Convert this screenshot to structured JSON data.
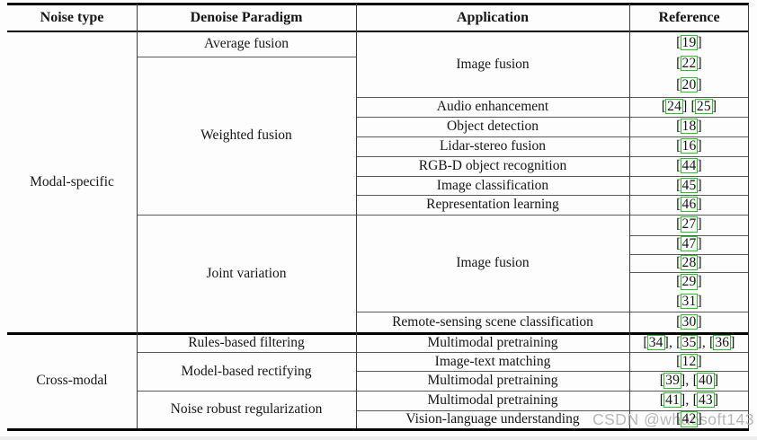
{
  "header": {
    "noise_type": "Noise type",
    "denoise_paradigm": "Denoise Paradigm",
    "application": "Application",
    "reference": "Reference"
  },
  "noise_types": {
    "modal_specific": "Modal-specific",
    "cross_modal": "Cross-modal"
  },
  "paradigms": {
    "average_fusion": "Average fusion",
    "weighted_fusion": "Weighted fusion",
    "joint_variation": "Joint variation",
    "rules_based_filtering": "Rules-based filtering",
    "model_based_rectifying": "Model-based rectifying",
    "noise_robust_regularization": "Noise robust regularization"
  },
  "applications": {
    "image_fusion_1": "Image fusion",
    "audio_enhancement": "Audio enhancement",
    "object_detection": "Object detection",
    "lidar_stereo_fusion": "Lidar-stereo fusion",
    "rgbd_object_recognition": "RGB-D object recognition",
    "image_classification": "Image classification",
    "representation_learning": "Representation learning",
    "image_fusion_2": "Image fusion",
    "remote_sensing": "Remote-sensing scene classification",
    "multimodal_pretraining_1": "Multimodal pretraining",
    "image_text_matching": "Image-text matching",
    "multimodal_pretraining_2": "Multimodal pretraining",
    "multimodal_pretraining_3": "Multimodal pretraining",
    "vision_language_understanding": "Vision-language understanding"
  },
  "ref_lines": {
    "r19": {
      "items": [
        "19"
      ],
      "sep": " "
    },
    "r22": {
      "items": [
        "22"
      ],
      "sep": " "
    },
    "r20": {
      "items": [
        "20"
      ],
      "sep": " "
    },
    "r24_25": {
      "items": [
        "24",
        "25"
      ],
      "sep": " "
    },
    "r18": {
      "items": [
        "18"
      ],
      "sep": " "
    },
    "r16": {
      "items": [
        "16"
      ],
      "sep": " "
    },
    "r44": {
      "items": [
        "44"
      ],
      "sep": " "
    },
    "r45": {
      "items": [
        "45"
      ],
      "sep": " "
    },
    "r46": {
      "items": [
        "46"
      ],
      "sep": " "
    },
    "r27": {
      "items": [
        "27"
      ],
      "sep": " "
    },
    "r47": {
      "items": [
        "47"
      ],
      "sep": " "
    },
    "r28": {
      "items": [
        "28"
      ],
      "sep": " "
    },
    "r29": {
      "items": [
        "29"
      ],
      "sep": " "
    },
    "r31": {
      "items": [
        "31"
      ],
      "sep": " "
    },
    "r30": {
      "items": [
        "30"
      ],
      "sep": " "
    },
    "r34_35_36": {
      "items": [
        "34",
        "35",
        "36"
      ],
      "sep": ", "
    },
    "r12": {
      "items": [
        "12"
      ],
      "sep": " "
    },
    "r39_40": {
      "items": [
        "39",
        "40"
      ],
      "sep": ", "
    },
    "r41_43": {
      "items": [
        "41",
        "43"
      ],
      "sep": ", "
    },
    "r42": {
      "items": [
        "42"
      ],
      "sep": " "
    }
  },
  "watermark": "CSDN @whaosoft143",
  "colors": {
    "reference_box": "#2bc42b",
    "watermark_text": "#b8b8b8",
    "rule_thick": "#000000",
    "rule_thin": "#5a5a5a"
  }
}
